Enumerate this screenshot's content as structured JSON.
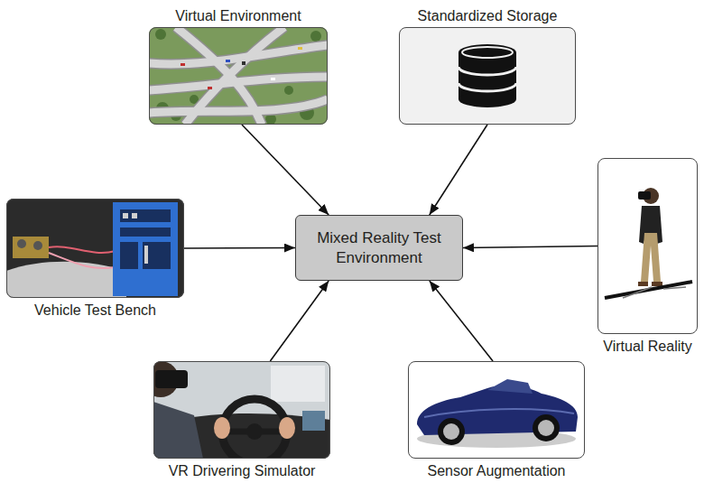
{
  "diagram": {
    "nodes": [
      {
        "text": [
          "Virtual Environment"
        ]
      },
      {
        "text": [
          "Standardized Storage"
        ]
      },
      {
        "text": [
          "Vehicle Test Bench"
        ]
      },
      {
        "text": [
          "Mixed Reality Test Environment"
        ]
      },
      {
        "text": [
          "Virtual Reality"
        ]
      },
      {
        "text": [
          "VR Drivering Simulator"
        ]
      },
      {
        "text": [
          "Sensor Augmentation"
        ]
      }
    ],
    "edges": [
      {
        "from": 0,
        "to": 3,
        "arrow": "to"
      },
      {
        "from": 1,
        "to": 3,
        "arrow": "to"
      },
      {
        "from": 2,
        "to": 3,
        "arrow": "to"
      },
      {
        "from": 4,
        "to": 3,
        "arrow": "to"
      },
      {
        "from": 5,
        "to": 3,
        "arrow": "to"
      },
      {
        "from": 6,
        "to": 3,
        "arrow": "to"
      }
    ]
  }
}
